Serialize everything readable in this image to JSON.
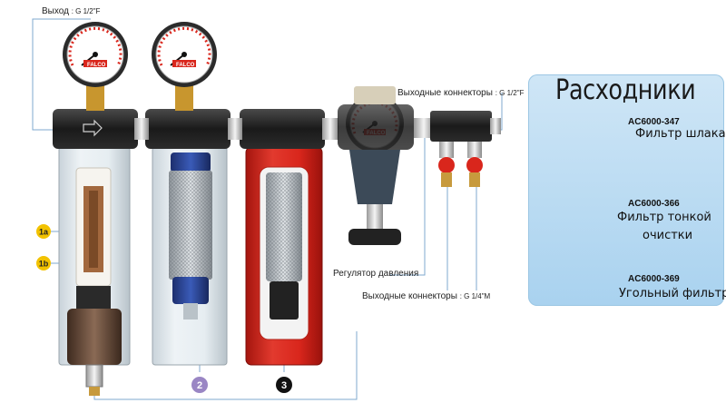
{
  "labels": {
    "outlet_top": "Выход",
    "outlet_top_thread": ": G 1/2\"F",
    "outlet_connectors_top": "Выходные коннекторы",
    "outlet_connectors_top_thread": ": G 1/2\"F",
    "pressure_regulator": "Регулятор давления",
    "outlet_connectors_bottom": "Выходные коннекторы",
    "outlet_connectors_bottom_thread": ": G 1/4\"M",
    "gauge_brand": "FALCO"
  },
  "markers": {
    "m1a": "1a",
    "m1b": "1b",
    "m2": "2",
    "m3": "3"
  },
  "consumables": {
    "title": "Расходники",
    "items": [
      {
        "code": "AC6000-347",
        "name": "Фильтр шлака"
      },
      {
        "code": "AC6000-366",
        "name": "Фильтр тонкой",
        "name2": "очистки"
      },
      {
        "code": "AC6000-369",
        "name": "Угольный фильтр"
      }
    ]
  },
  "colors": {
    "marker_yellow": "#f2c200",
    "marker_purple": "#9a86c4",
    "marker_black": "#111111",
    "red_housing": "#d9261c",
    "panel_blue": "#b6d8f1",
    "leader_line": "#7fa9cf"
  }
}
